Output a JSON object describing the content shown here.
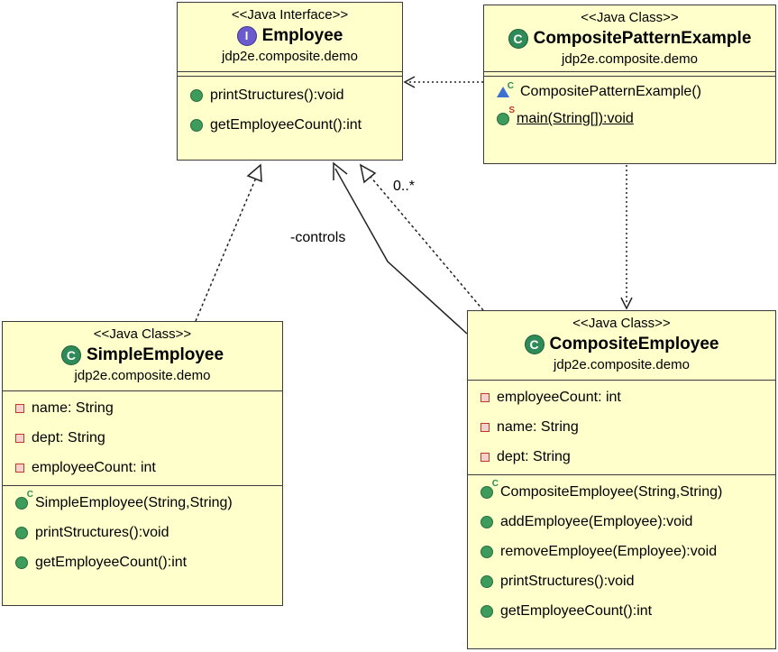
{
  "labels": {
    "controls": "-controls",
    "multiplicity": "0..*"
  },
  "classes": {
    "employee": {
      "stereotype": "<<Java Interface>>",
      "name": "Employee",
      "package": "jdp2e.composite.demo",
      "kind_icon": "interface-icon",
      "methods": [
        "printStructures():void",
        "getEmployeeCount():int"
      ]
    },
    "example": {
      "stereotype": "<<Java Class>>",
      "name": "CompositePatternExample",
      "package": "jdp2e.composite.demo",
      "kind_icon": "class-icon",
      "methods": [
        "CompositePatternExample()",
        "main(String[]):void"
      ]
    },
    "simple": {
      "stereotype": "<<Java Class>>",
      "name": "SimpleEmployee",
      "package": "jdp2e.composite.demo",
      "kind_icon": "class-icon",
      "fields": [
        "name: String",
        "dept: String",
        "employeeCount: int"
      ],
      "methods": [
        "SimpleEmployee(String,String)",
        "printStructures():void",
        "getEmployeeCount():int"
      ]
    },
    "composite": {
      "stereotype": "<<Java Class>>",
      "name": "CompositeEmployee",
      "package": "jdp2e.composite.demo",
      "kind_icon": "class-icon",
      "fields": [
        "employeeCount: int",
        "name: String",
        "dept: String"
      ],
      "methods": [
        "CompositeEmployee(String,String)",
        "addEmployee(Employee):void",
        "removeEmployee(Employee):void",
        "printStructures():void",
        "getEmployeeCount():int"
      ]
    }
  }
}
